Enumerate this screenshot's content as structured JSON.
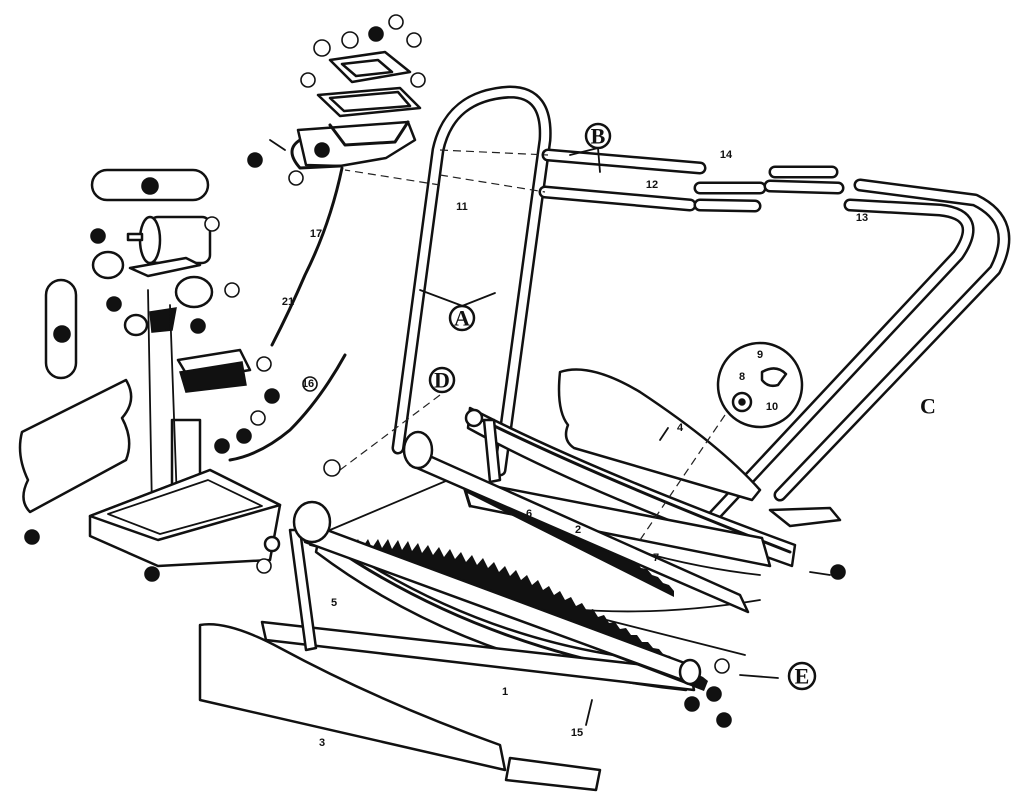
{
  "diagram": {
    "letter_labels": [
      "A",
      "B",
      "C",
      "D",
      "E"
    ],
    "part_numbers": [
      "1",
      "2",
      "3",
      "4",
      "5",
      "6",
      "7",
      "8",
      "9",
      "10",
      "11",
      "12",
      "13",
      "14",
      "15",
      "16",
      "17",
      "21"
    ]
  }
}
